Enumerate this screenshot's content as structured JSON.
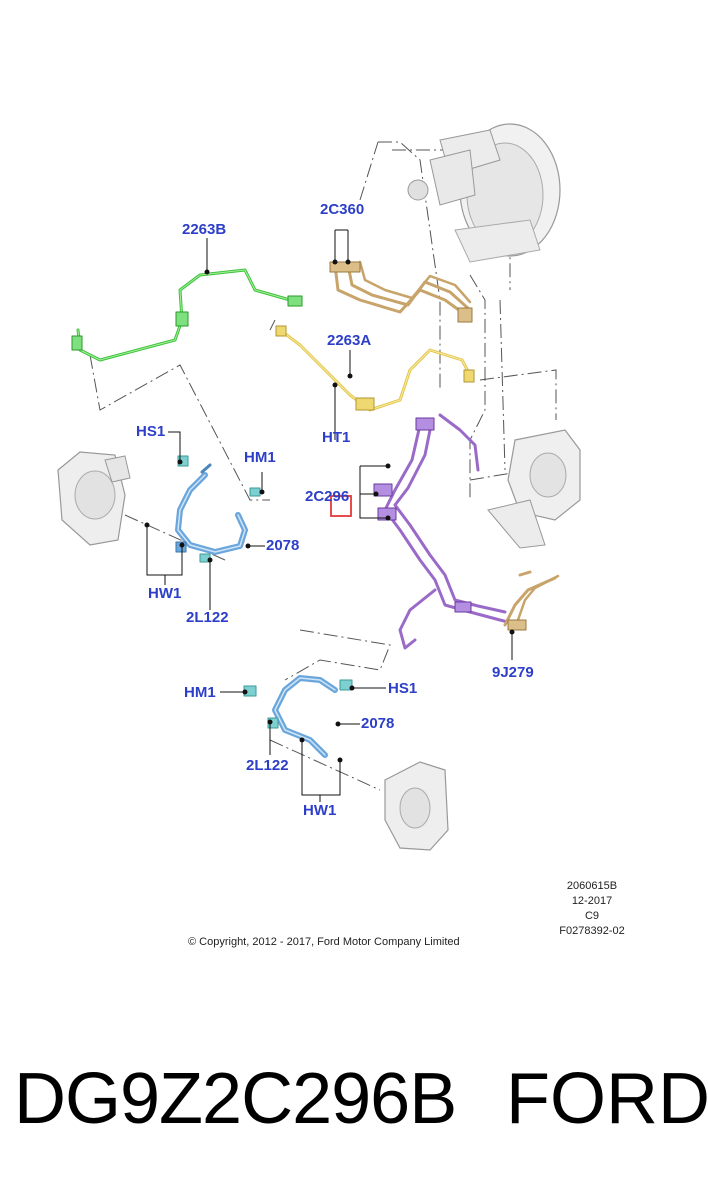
{
  "callouts": {
    "c2263b": "2263B",
    "c2c360": "2C360",
    "c2263a": "2263A",
    "cht1": "HT1",
    "chs1_top": "HS1",
    "chm1_top": "HM1",
    "c2c296": "2C296",
    "c2078_top": "2078",
    "chw1_top": "HW1",
    "c2l122_top": "2L122",
    "c9j279": "9J279",
    "chm1_bottom": "HM1",
    "chs1_bottom": "HS1",
    "c2078_bottom": "2078",
    "c2l122_bottom": "2L122",
    "chw1_bottom": "HW1"
  },
  "meta": {
    "illustration_id": "2060615B",
    "date": "12-2017",
    "code": "C9",
    "ref": "F0278392-02"
  },
  "copyright": "© Copyright, 2012 - 2017, Ford Motor Company Limited",
  "caption": {
    "part_number": "DG9Z2C296B",
    "brand": "FORD"
  },
  "colors": {
    "label": "#2d3fc8",
    "line_green": "#3cc43c",
    "line_yellow": "#e2c64a",
    "line_tan": "#c8a46a",
    "line_purple": "#9a6ac8",
    "hose_blue": "#6aa6dc",
    "highlight": "#e23a3a"
  }
}
